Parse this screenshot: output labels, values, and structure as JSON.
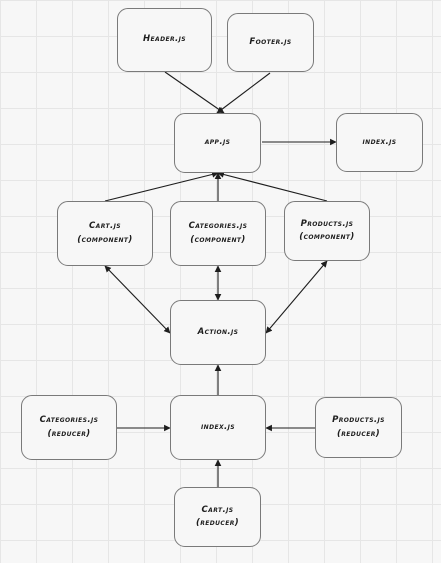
{
  "diagram": {
    "nodes": {
      "header": "Header.js",
      "footer": "Footer.js",
      "app": "app.js",
      "index_root": "index.js",
      "cart_component": "Cart.js\n(component)",
      "categories_component": "Categories.js\n(component)",
      "products_component": "Products.js\n(component)",
      "action": "Action.js",
      "categories_reducer": "Categories.js\n(reducer)",
      "index_store": "index.js",
      "products_reducer": "Products.js\n(reducer)",
      "cart_reducer": "Cart.js\n(reducer)"
    },
    "edges": [
      {
        "from": "header",
        "to": "app",
        "direction": "forward"
      },
      {
        "from": "footer",
        "to": "app",
        "direction": "forward"
      },
      {
        "from": "app",
        "to": "index_root",
        "direction": "forward"
      },
      {
        "from": "cart_component",
        "to": "app",
        "direction": "forward"
      },
      {
        "from": "categories_component",
        "to": "app",
        "direction": "forward"
      },
      {
        "from": "products_component",
        "to": "app",
        "direction": "forward"
      },
      {
        "from": "cart_component",
        "to": "action",
        "direction": "both"
      },
      {
        "from": "categories_component",
        "to": "action",
        "direction": "both"
      },
      {
        "from": "products_component",
        "to": "action",
        "direction": "both"
      },
      {
        "from": "index_store",
        "to": "action",
        "direction": "forward"
      },
      {
        "from": "categories_reducer",
        "to": "index_store",
        "direction": "forward"
      },
      {
        "from": "products_reducer",
        "to": "index_store",
        "direction": "forward"
      },
      {
        "from": "cart_reducer",
        "to": "index_store",
        "direction": "forward"
      }
    ]
  }
}
